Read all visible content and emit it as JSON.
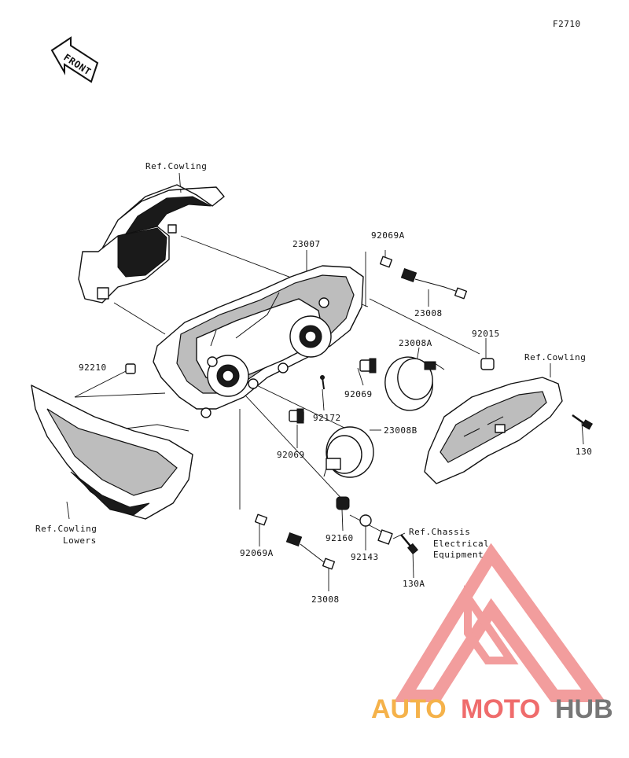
{
  "figure_code": "F2710",
  "front_label": "FRONT",
  "labels": {
    "ref_cowling_top": "Ref.Cowling",
    "p23007": "23007",
    "p92069A_top": "92069A",
    "p23008_top": "23008",
    "p23008A": "23008A",
    "p92015": "92015",
    "ref_cowling_right": "Ref.Cowling",
    "p92210": "92210",
    "p92069_mid": "92069",
    "p92172": "92172",
    "p23008B": "23008B",
    "p92069_low": "92069",
    "p130": "130",
    "ref_cowling_lowers_1": "Ref.Cowling",
    "ref_cowling_lowers_2": "Lowers",
    "p92160": "92160",
    "ref_chassis_1": "Ref.Chassis",
    "ref_chassis_2": "Electrical",
    "ref_chassis_3": "Equipment",
    "p92143": "92143",
    "p92069A_low": "92069A",
    "p130A": "130A",
    "p23008_low": "23008"
  },
  "watermark": {
    "part1": "AUTO",
    "part2": "MOTO",
    "part3": "HUB",
    "color_auto": "#f5b24a",
    "color_moto": "#ef6c6c",
    "color_hub": "#777777",
    "color_logo": "#f08c8c"
  }
}
